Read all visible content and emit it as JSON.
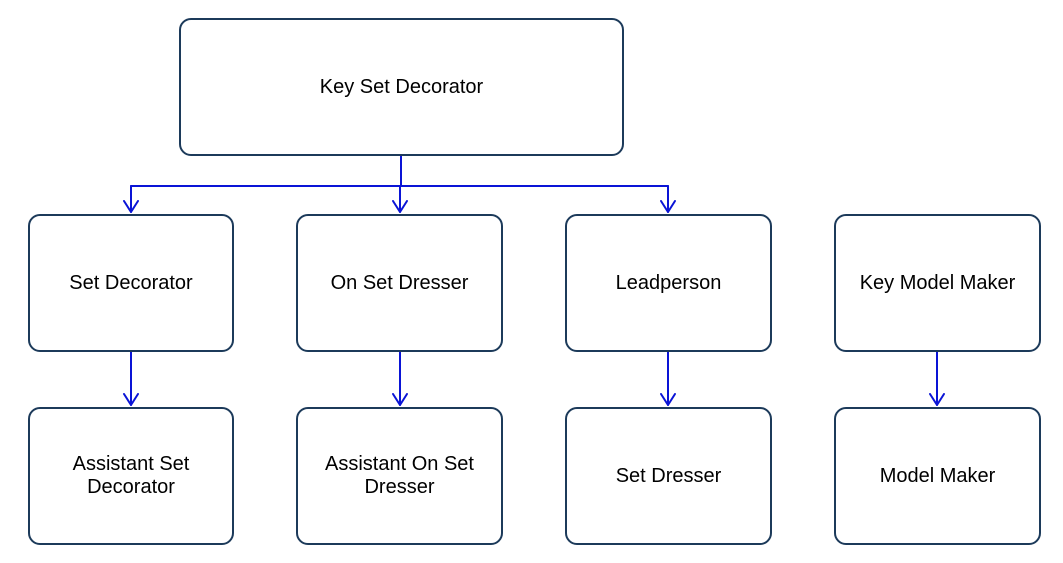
{
  "diagram": {
    "type": "org-chart",
    "colors": {
      "connector": "#0a14d6",
      "node_border": "#1c3a5a",
      "node_fill": "#ffffff",
      "text": "#000000"
    },
    "nodes": {
      "root": "Key Set Decorator",
      "set_decorator": "Set Decorator",
      "on_set_dresser": "On Set Dresser",
      "leadperson": "Leadperson",
      "key_model_maker": "Key Model Maker",
      "assistant_set_decorator": "Assistant Set Decorator",
      "assistant_on_set_dresser": "Assistant On Set Dresser",
      "set_dresser": "Set Dresser",
      "model_maker": "Model Maker"
    },
    "edges": [
      [
        "Key Set Decorator",
        "Set Decorator"
      ],
      [
        "Key Set Decorator",
        "On Set Dresser"
      ],
      [
        "Key Set Decorator",
        "Leadperson"
      ],
      [
        "Set Decorator",
        "Assistant Set Decorator"
      ],
      [
        "On Set Dresser",
        "Assistant On Set Dresser"
      ],
      [
        "Leadperson",
        "Set Dresser"
      ],
      [
        "Key Model Maker",
        "Model Maker"
      ]
    ]
  }
}
